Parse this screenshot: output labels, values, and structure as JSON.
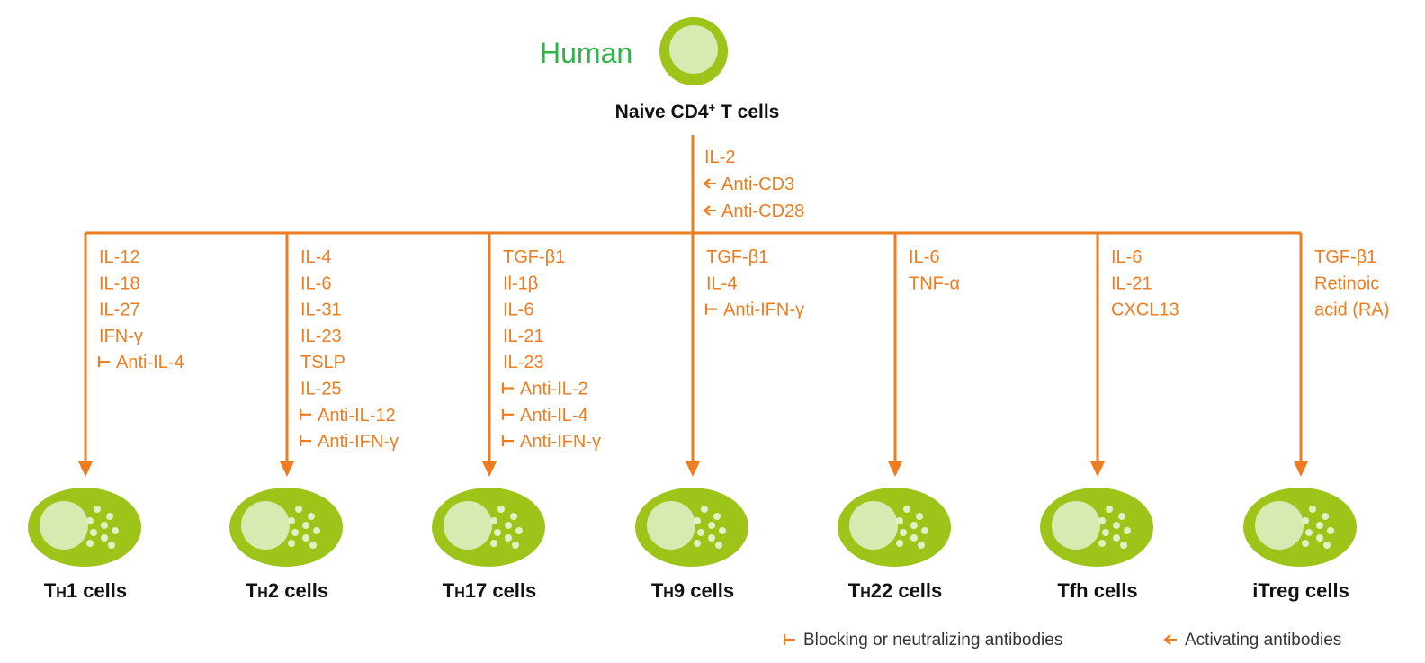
{
  "species": "Human",
  "root": {
    "label_main": "Naive CD4",
    "label_sup": "+",
    "label_tail": " T cells"
  },
  "trunk_conditions": [
    {
      "text": "IL-2",
      "kind": "plain"
    },
    {
      "text": "Anti-CD3",
      "kind": "activating"
    },
    {
      "text": "Anti-CD28",
      "kind": "activating"
    }
  ],
  "branches": [
    {
      "cell_prefix": "T",
      "cell_sub": "H",
      "cell_suffix": "1 cells",
      "conditions": [
        {
          "text": "IL-12",
          "kind": "plain"
        },
        {
          "text": "IL-18",
          "kind": "plain"
        },
        {
          "text": "IL-27",
          "kind": "plain"
        },
        {
          "text": "IFN-γ",
          "kind": "plain"
        },
        {
          "text": "Anti-IL-4",
          "kind": "blocking"
        }
      ]
    },
    {
      "cell_prefix": "T",
      "cell_sub": "H",
      "cell_suffix": "2 cells",
      "conditions": [
        {
          "text": "IL-4",
          "kind": "plain"
        },
        {
          "text": "IL-6",
          "kind": "plain"
        },
        {
          "text": "IL-31",
          "kind": "plain"
        },
        {
          "text": "IL-23",
          "kind": "plain"
        },
        {
          "text": "TSLP",
          "kind": "plain"
        },
        {
          "text": "IL-25",
          "kind": "plain"
        },
        {
          "text": "Anti-IL-12",
          "kind": "blocking"
        },
        {
          "text": "Anti-IFN-γ",
          "kind": "blocking"
        }
      ]
    },
    {
      "cell_prefix": "T",
      "cell_sub": "H",
      "cell_suffix": "17 cells",
      "conditions": [
        {
          "text": "TGF-β1",
          "kind": "plain"
        },
        {
          "text": "Il-1β",
          "kind": "plain"
        },
        {
          "text": "IL-6",
          "kind": "plain"
        },
        {
          "text": "IL-21",
          "kind": "plain"
        },
        {
          "text": "IL-23",
          "kind": "plain"
        },
        {
          "text": "Anti-IL-2",
          "kind": "blocking"
        },
        {
          "text": "Anti-IL-4",
          "kind": "blocking"
        },
        {
          "text": "Anti-IFN-γ",
          "kind": "blocking"
        }
      ]
    },
    {
      "cell_prefix": "T",
      "cell_sub": "H",
      "cell_suffix": "9 cells",
      "conditions": [
        {
          "text": "TGF-β1",
          "kind": "plain"
        },
        {
          "text": "IL-4",
          "kind": "plain"
        },
        {
          "text": "Anti-IFN-γ",
          "kind": "blocking"
        }
      ]
    },
    {
      "cell_prefix": "T",
      "cell_sub": "H",
      "cell_suffix": "22 cells",
      "conditions": [
        {
          "text": "IL-6",
          "kind": "plain"
        },
        {
          "text": "TNF-α",
          "kind": "plain"
        }
      ]
    },
    {
      "cell_prefix": "Tfh cells",
      "cell_sub": "",
      "cell_suffix": "",
      "conditions": [
        {
          "text": "IL-6",
          "kind": "plain"
        },
        {
          "text": "IL-21",
          "kind": "plain"
        },
        {
          "text": "CXCL13",
          "kind": "plain"
        }
      ]
    },
    {
      "cell_prefix": "iTreg cells",
      "cell_sub": "",
      "cell_suffix": "",
      "conditions": [
        {
          "text": "TGF-β1",
          "kind": "plain"
        },
        {
          "text": "Retinoic",
          "kind": "plain"
        },
        {
          "text": "acid (RA)",
          "kind": "plain"
        }
      ]
    }
  ],
  "legend": {
    "blocking": "Blocking or neutralizing antibodies",
    "activating": "Activating antibodies"
  },
  "colors": {
    "accent": "#ee7d22",
    "species": "#2fb34a",
    "cell_body": "#9ec41a",
    "nucleus": "#d8e9b2",
    "granule": "#e3efc4",
    "label": "#111111"
  }
}
